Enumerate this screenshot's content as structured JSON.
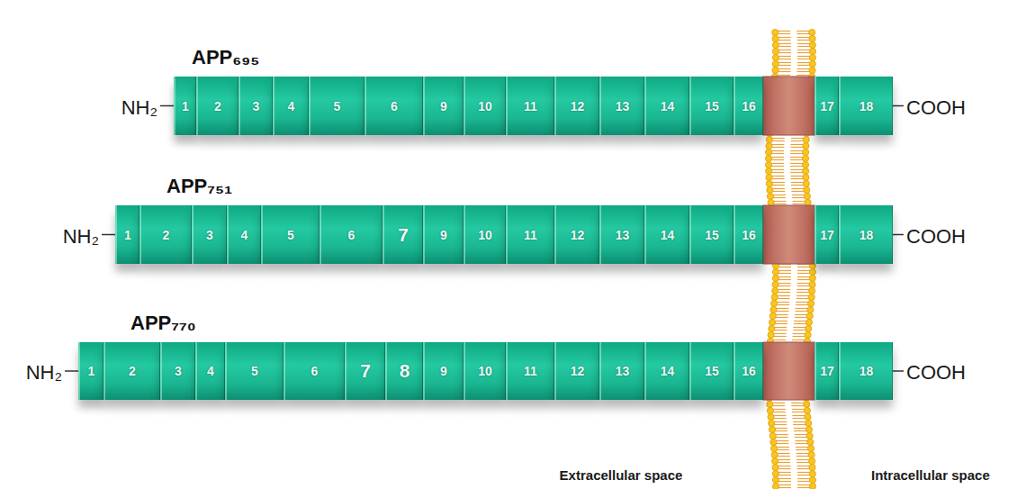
{
  "diagram": {
    "nodes": [
      {
        "text": [
          "APP₆₉₅"
        ]
      },
      {
        "text": [
          "1"
        ],
        "in": 0
      },
      {
        "text": [
          "2"
        ],
        "in": 0
      },
      {
        "text": [
          "3"
        ],
        "in": 0
      },
      {
        "text": [
          "4"
        ],
        "in": 0
      },
      {
        "text": [
          "5"
        ],
        "in": 0
      },
      {
        "text": [
          "6"
        ],
        "in": 0
      },
      {
        "text": [
          "9"
        ],
        "in": 0
      },
      {
        "text": [
          "10"
        ],
        "in": 0
      },
      {
        "text": [
          "11"
        ],
        "in": 0
      },
      {
        "text": [
          "12"
        ],
        "in": 0
      },
      {
        "text": [
          "13"
        ],
        "in": 0
      },
      {
        "text": [
          "14"
        ],
        "in": 0
      },
      {
        "text": [
          "15"
        ],
        "in": 0
      },
      {
        "text": [
          "16"
        ],
        "in": 0
      },
      {
        "text": [
          "17"
        ],
        "in": 0
      },
      {
        "text": [
          "18"
        ],
        "in": 0
      },
      {
        "text": [
          "APP₇₅₁"
        ]
      },
      {
        "text": [
          "1"
        ],
        "in": 17
      },
      {
        "text": [
          "2"
        ],
        "in": 17
      },
      {
        "text": [
          "3"
        ],
        "in": 17
      },
      {
        "text": [
          "4"
        ],
        "in": 17
      },
      {
        "text": [
          "5"
        ],
        "in": 17
      },
      {
        "text": [
          "6"
        ],
        "in": 17
      },
      {
        "text": [
          "7"
        ],
        "in": 17
      },
      {
        "text": [
          "9"
        ],
        "in": 17
      },
      {
        "text": [
          "10"
        ],
        "in": 17
      },
      {
        "text": [
          "11"
        ],
        "in": 17
      },
      {
        "text": [
          "12"
        ],
        "in": 17
      },
      {
        "text": [
          "13"
        ],
        "in": 17
      },
      {
        "text": [
          "14"
        ],
        "in": 17
      },
      {
        "text": [
          "15"
        ],
        "in": 17
      },
      {
        "text": [
          "16"
        ],
        "in": 17
      },
      {
        "text": [
          "17"
        ],
        "in": 17
      },
      {
        "text": [
          "18"
        ],
        "in": 17
      },
      {
        "text": [
          "APP₇₇₀"
        ]
      },
      {
        "text": [
          "1"
        ],
        "in": 35
      },
      {
        "text": [
          "2"
        ],
        "in": 35
      },
      {
        "text": [
          "3"
        ],
        "in": 35
      },
      {
        "text": [
          "4"
        ],
        "in": 35
      },
      {
        "text": [
          "5"
        ],
        "in": 35
      },
      {
        "text": [
          "6"
        ],
        "in": 35
      },
      {
        "text": [
          "7"
        ],
        "in": 35
      },
      {
        "text": [
          "8"
        ],
        "in": 35
      },
      {
        "text": [
          "9"
        ],
        "in": 35
      },
      {
        "text": [
          "10"
        ],
        "in": 35
      },
      {
        "text": [
          "11"
        ],
        "in": 35
      },
      {
        "text": [
          "12"
        ],
        "in": 35
      },
      {
        "text": [
          "13"
        ],
        "in": 35
      },
      {
        "text": [
          "14"
        ],
        "in": 35
      },
      {
        "text": [
          "15"
        ],
        "in": 35
      },
      {
        "text": [
          "16"
        ],
        "in": 35
      },
      {
        "text": [
          "17"
        ],
        "in": 35
      },
      {
        "text": [
          "18"
        ],
        "in": 35
      }
    ],
    "labels": [
      "NH₂",
      "COOH",
      "NH₂",
      "COOH",
      "NH₂",
      "COOH",
      "Extracellular space",
      "Intracellular space"
    ]
  }
}
